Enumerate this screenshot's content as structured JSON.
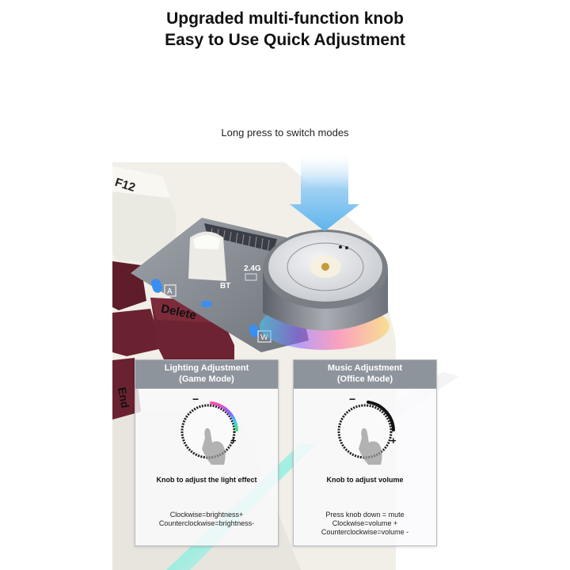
{
  "headline": {
    "line1": "Upgraded multi-function knob",
    "line2": "Easy to Use Quick Adjustment"
  },
  "hint": "Long press to switch modes",
  "keyboard": {
    "key_f12": "F12",
    "key_delete": "Delete",
    "key_end": "End",
    "switch_label_24g": "2.4G",
    "switch_label_bt": "BT",
    "mode_a": "A",
    "mode_w": "W"
  },
  "panels": [
    {
      "title_line1": "Lighting Adjustment",
      "title_line2": "(Game Mode)",
      "minus": "−",
      "plus": "+",
      "caption": "Knob to adjust the light effect",
      "desc": [
        "Clockwise=brightness+",
        "Counterclockwise=brightness-"
      ]
    },
    {
      "title_line1": "Music Adjustment",
      "title_line2": "(Office Mode)",
      "minus": "−",
      "plus": "+",
      "caption": "Knob to adjust volume",
      "desc": [
        "Press knob down = mute",
        "Clockwise=volume +",
        "Counterclockwise=volume -"
      ]
    }
  ],
  "colors": {
    "keycap_red": "#6b2230",
    "keycap_cream": "#efeee6",
    "panel_header": "#8e949c",
    "accent_blue": "#3a8ff0"
  }
}
